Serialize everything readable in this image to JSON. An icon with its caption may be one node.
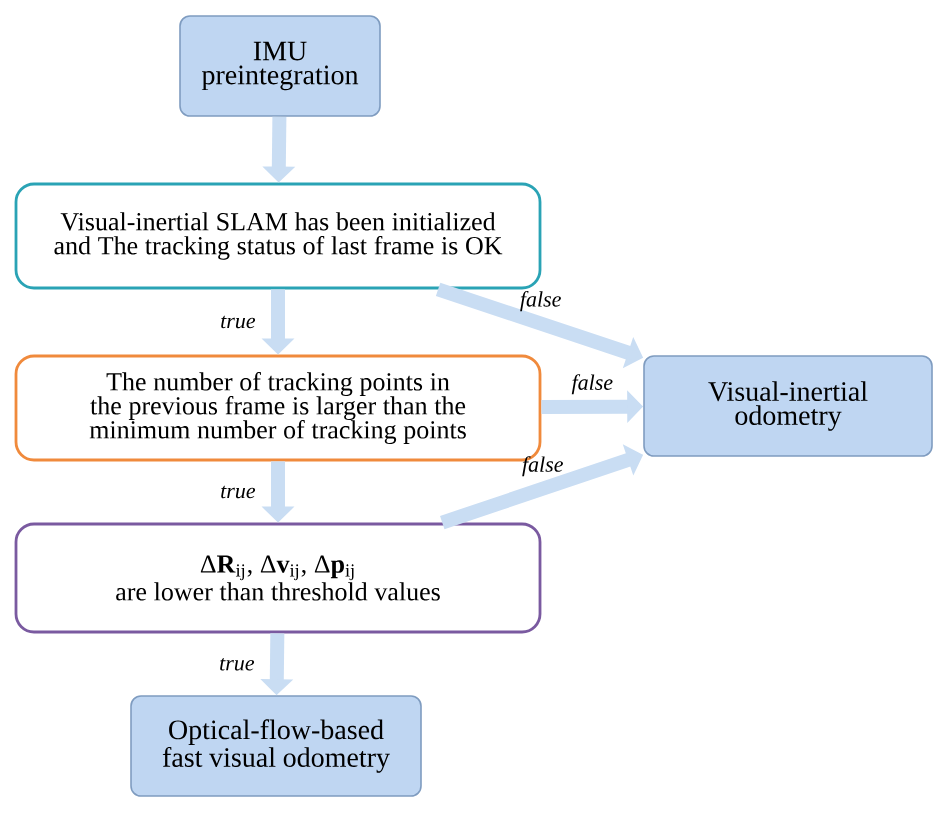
{
  "diagram": {
    "nodes": [
      {
        "text": [
          "IMU preintegration"
        ]
      },
      {
        "text": [
          "Visual-inertial SLAM has been initialized and The tracking status of last frame is OK"
        ]
      },
      {
        "text": [
          "The number of tracking points in the previous frame is larger than the minimum number of tracking points"
        ]
      },
      {
        "text": [
          "Δ**R**$_{ij}$, Δ**v**$_{ij}$, Δ**p**$_{ij}$",
          "are lower than threshold values"
        ]
      },
      {
        "text": [
          "Optical-flow-based fast visual odometry"
        ]
      },
      {
        "text": [
          "Visual-inertial odometry"
        ]
      }
    ],
    "edges": [
      {
        "from": 0,
        "to": 1,
        "arrow": "to"
      },
      {
        "from": 1,
        "to": 2,
        "arrow": "to",
        "label": "true"
      },
      {
        "from": 2,
        "to": 3,
        "arrow": "to",
        "label": "true"
      },
      {
        "from": 3,
        "to": 4,
        "arrow": "to",
        "label": "true"
      },
      {
        "from": 1,
        "to": 5,
        "arrow": "to",
        "label": "false"
      },
      {
        "from": 2,
        "to": 5,
        "arrow": "to",
        "label": "false"
      },
      {
        "from": 3,
        "to": 5,
        "arrow": "to",
        "label": "false"
      }
    ]
  }
}
